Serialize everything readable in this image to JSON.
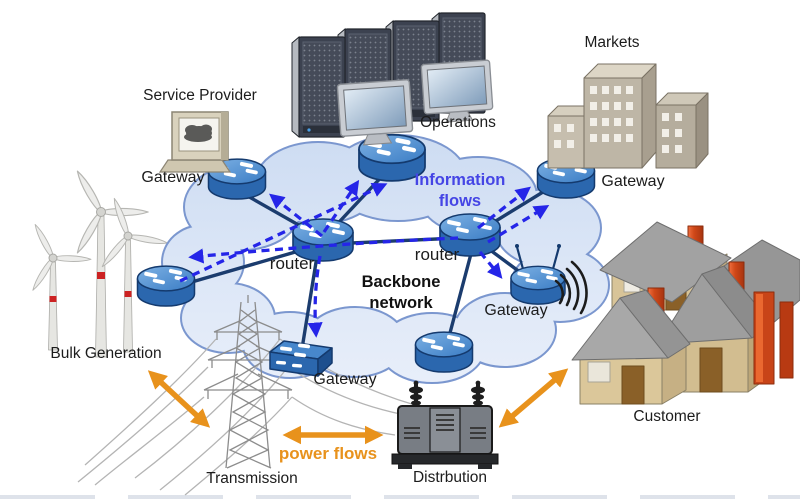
{
  "nodes": {
    "service_provider": {
      "label": "Service Provider",
      "gateway_label": "Gateway"
    },
    "operations": {
      "label": "Operations"
    },
    "markets": {
      "label": "Markets",
      "gateway_label": "Gateway"
    },
    "bulk_generation": {
      "label": "Bulk Generation"
    },
    "transmission": {
      "label": "Transmission",
      "gateway_label": "Gateway"
    },
    "distribution": {
      "label": "Distrbution"
    },
    "customer": {
      "label": "Customer",
      "gateway_label": "Gateway"
    },
    "backbone_network": {
      "label_line1": "Backbone",
      "label_line2": "network",
      "router_left_label": "router",
      "router_right_label": "router"
    }
  },
  "flows": {
    "information": {
      "label_line1": "Information",
      "label_line2": "flows",
      "color": "#4545e5",
      "style": "blue-dashed-arrows"
    },
    "power": {
      "label": "power flows",
      "color": "#e8921c",
      "style": "orange-double-arrows"
    }
  },
  "edges": {
    "network_links": [
      "service-provider-gateway — center-router",
      "top-router — center-router",
      "center-router — right-router",
      "center-router — left-router",
      "center-router — transmission-gateway",
      "right-router — markets-gateway",
      "right-router — customer-gateway",
      "right-router — bottom-router"
    ],
    "information_arrows": [
      "center-router → service-provider-gateway",
      "left-router → top-router",
      "center-router → top-router",
      "right-router → left-router",
      "right-router → markets-gateway (x2)",
      "right-router → customer-gateway",
      "center-router → transmission-gateway"
    ],
    "power_arrows": [
      "bulk-generation ↔ transmission",
      "transmission ↔ distribution",
      "distribution ↔ customer"
    ]
  },
  "colors": {
    "cloud_fill_top": "#cddcf2",
    "cloud_fill_bottom": "#e9effa",
    "cloud_border": "#7b97cf",
    "router_body": "#2b67ae",
    "router_top": "#5b97d6",
    "link_navy": "#1b3c6e",
    "info_arrow_blue": "#2525e8",
    "power_orange": "#e8921c",
    "house_wall": "#d8c498",
    "roof_gray": "#a2a2a2",
    "chimney_red": "#d04818"
  }
}
